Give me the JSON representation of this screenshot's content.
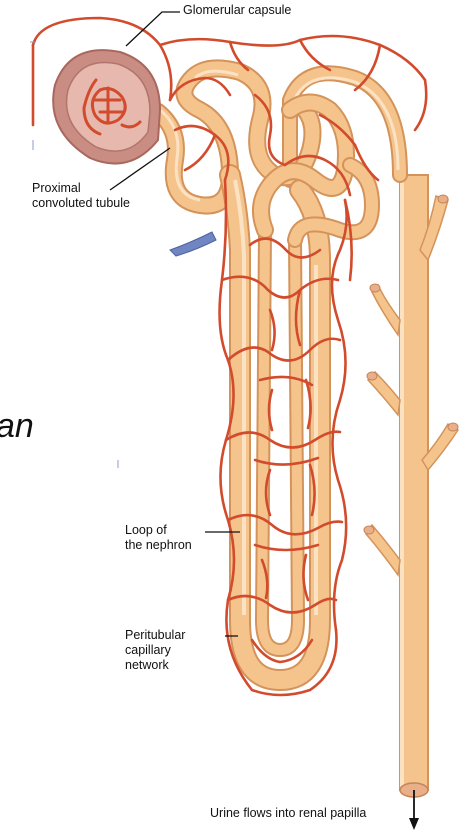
{
  "labels": {
    "glomerular_capsule": "Glomerular capsule",
    "proximal_line1": "Proximal",
    "proximal_line2": "convoluted tubule",
    "loop_line1": "Loop of",
    "loop_line2": "the nephron",
    "peritubular_line1": "Peritubular",
    "peritubular_line2": "capillary",
    "peritubular_line3": "network",
    "urine_flow": "Urine flows into renal papilla"
  },
  "stray_text": "an",
  "colors": {
    "tubule": "#f5c48c",
    "tubule_edge": "#d4935a",
    "tubule_highlight": "#fbe2c3",
    "capillary": "#d24b2c",
    "capsule": "#c98d84",
    "capsule_inner": "#e7b8ad",
    "vein": "#6f86c2",
    "text": "#111111"
  }
}
